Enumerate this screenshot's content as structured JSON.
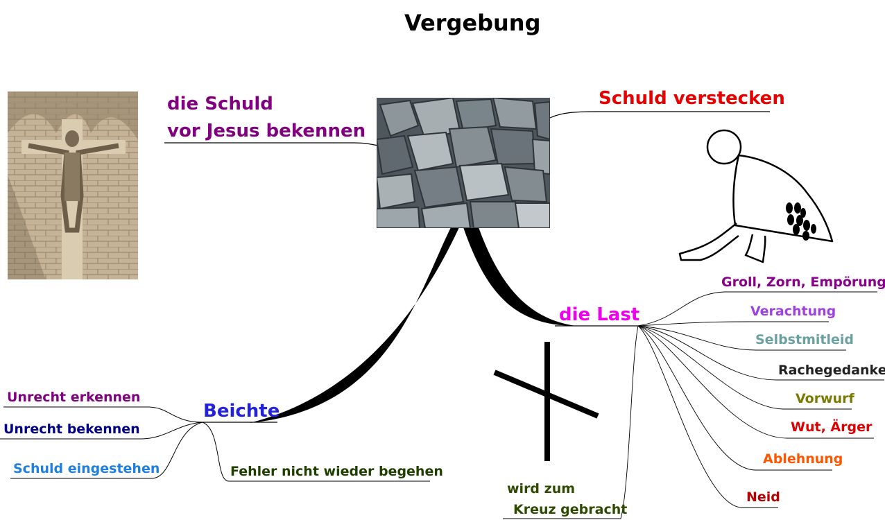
{
  "title": "Vergebung",
  "top_left": {
    "line1": "die Schuld",
    "line2": "vor Jesus bekennen",
    "color": "#800080"
  },
  "top_right": {
    "text": "Schuld verstecken",
    "color": "#e60000"
  },
  "center_image_icon": "stones-photo",
  "crucifix_image_icon": "crucifix-photo",
  "figure_icon": "stick-figure-carrying-sack-icon",
  "cross_icon": "cross-icon",
  "beichte": {
    "label": "Beichte",
    "color": "#2222dd",
    "items": [
      {
        "text": "Unrecht erkennen",
        "color": "#800080"
      },
      {
        "text": "Unrecht bekennen",
        "color": "#00008b"
      },
      {
        "text": "Schuld eingestehen",
        "color": "#1e7fe0"
      },
      {
        "text": "Fehler nicht wieder begehen",
        "color": "#1f3f00"
      }
    ]
  },
  "last": {
    "label": "die Last",
    "color": "#ee00ee",
    "items": [
      {
        "text": "Groll, Zorn, Empörung",
        "color": "#8b008b"
      },
      {
        "text": "Verachtung",
        "color": "#a040e0"
      },
      {
        "text": "Selbstmitleid",
        "color": "#6aa0a0"
      },
      {
        "text": "Rachegedanken",
        "color": "#222222"
      },
      {
        "text": "Vorwurf",
        "color": "#7a7a00"
      },
      {
        "text": "Wut, Ärger",
        "color": "#dd0000"
      },
      {
        "text": "Ablehnung",
        "color": "#ff5500"
      },
      {
        "text": "Neid",
        "color": "#b80000"
      }
    ],
    "cross_text": {
      "line1": "wird zum",
      "line2": "Kreuz gebracht",
      "color": "#2d4a00"
    }
  }
}
